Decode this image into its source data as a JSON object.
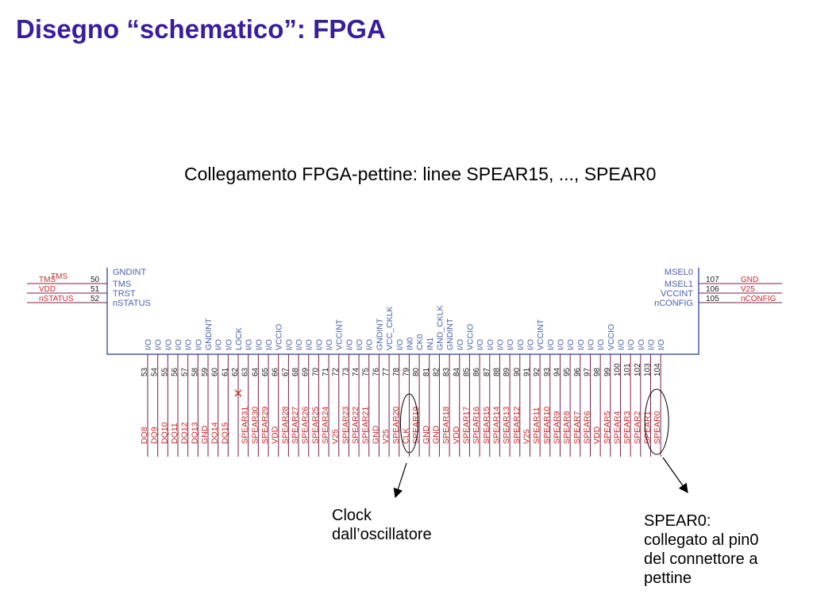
{
  "title": "Disegno “schematico”: FPGA",
  "subtitle": "Collegamento FPGA-pettine: linee SPEAR15, ..., SPEAR0",
  "notes": {
    "clock": [
      "Clock",
      "dall’oscillatore"
    ],
    "spear0": [
      "SPEAR0:",
      "collegato al pin0",
      "del connettore a",
      "pettine"
    ]
  },
  "colors": {
    "title": "#3a1d9e",
    "box": "#4a5fb0",
    "signal": "#cc2a2a",
    "pin_number": "#222222",
    "wire": "#7a1f4a"
  },
  "left_side": {
    "top_cut_internal": "GNDINT",
    "pins": [
      {
        "num": "50",
        "internal": "TMS",
        "signal": "TMS"
      },
      {
        "num": "51",
        "internal": "TRST",
        "signal": "VDD"
      },
      {
        "num": "52",
        "internal": "nSTATUS",
        "signal": "nSTATUS"
      }
    ]
  },
  "right_side": {
    "top_cut_internal": "MSEL0",
    "pins": [
      {
        "num": "107",
        "internal": "MSEL1",
        "signal": "GND"
      },
      {
        "num": "106",
        "internal": "VCCINT",
        "signal": "V25"
      },
      {
        "num": "105",
        "internal": "nCONFIG",
        "signal": "nCONFIG"
      }
    ]
  },
  "bottom_pins": [
    {
      "num": "53",
      "internal": "I/O",
      "signal": "DQ8"
    },
    {
      "num": "54",
      "internal": "I/O",
      "signal": "DQ9"
    },
    {
      "num": "55",
      "internal": "I/O",
      "signal": "DQ10"
    },
    {
      "num": "56",
      "internal": "I/O",
      "signal": "DQ11"
    },
    {
      "num": "57",
      "internal": "I/O",
      "signal": "DQ12"
    },
    {
      "num": "58",
      "internal": "I/O",
      "signal": "DQ13"
    },
    {
      "num": "59",
      "internal": "GNDINT",
      "signal": "GND"
    },
    {
      "num": "60",
      "internal": "I/O",
      "signal": "DQ14"
    },
    {
      "num": "61",
      "internal": "I/O",
      "signal": "DQ15"
    },
    {
      "num": "62",
      "internal": "LOCK",
      "signal": ""
    },
    {
      "num": "63",
      "internal": "I/O",
      "signal": "SPEAR31"
    },
    {
      "num": "64",
      "internal": "I/O",
      "signal": "SPEAR30"
    },
    {
      "num": "65",
      "internal": "I/O",
      "signal": "SPEAR29"
    },
    {
      "num": "66",
      "internal": "VCCIO",
      "signal": "VDD"
    },
    {
      "num": "67",
      "internal": "I/O",
      "signal": "SPEAR28"
    },
    {
      "num": "68",
      "internal": "I/O",
      "signal": "SPEAR27"
    },
    {
      "num": "69",
      "internal": "I/O",
      "signal": "SPEAR26"
    },
    {
      "num": "70",
      "internal": "I/O",
      "signal": "SPEAR25"
    },
    {
      "num": "71",
      "internal": "I/O",
      "signal": "SPEAR24"
    },
    {
      "num": "72",
      "internal": "VCCINT",
      "signal": "V25"
    },
    {
      "num": "73",
      "internal": "I/O",
      "signal": "SPEAR23"
    },
    {
      "num": "74",
      "internal": "I/O",
      "signal": "SPEAR22"
    },
    {
      "num": "75",
      "internal": "I/O",
      "signal": "SPEAR21"
    },
    {
      "num": "76",
      "internal": "GNDINT",
      "signal": "GND"
    },
    {
      "num": "77",
      "internal": "VCC_CKLK",
      "signal": "V25"
    },
    {
      "num": "78",
      "internal": "I/O",
      "signal": "SPEAR20"
    },
    {
      "num": "79",
      "internal": "IN0",
      "signal": "CLK"
    },
    {
      "num": "80",
      "internal": "CK0",
      "signal": "SPEAR19"
    },
    {
      "num": "81",
      "internal": "IN1",
      "signal": "GND"
    },
    {
      "num": "82",
      "internal": "GND_CKLK",
      "signal": "GND"
    },
    {
      "num": "83",
      "internal": "GNDINT",
      "signal": "SPEAR18"
    },
    {
      "num": "84",
      "internal": "I/O",
      "signal": "VDD"
    },
    {
      "num": "85",
      "internal": "VCCIO",
      "signal": "SPEAR17"
    },
    {
      "num": "86",
      "internal": "I/O",
      "signal": "SPEAR16"
    },
    {
      "num": "87",
      "internal": "I/O",
      "signal": "SPEAR15"
    },
    {
      "num": "88",
      "internal": "I/O",
      "signal": "SPEAR14"
    },
    {
      "num": "89",
      "internal": "I/O",
      "signal": "SPEAR13"
    },
    {
      "num": "90",
      "internal": "I/O",
      "signal": "SPEAR12"
    },
    {
      "num": "91",
      "internal": "I/O",
      "signal": "V25"
    },
    {
      "num": "92",
      "internal": "VCCINT",
      "signal": "SPEAR11"
    },
    {
      "num": "93",
      "internal": "I/O",
      "signal": "SPEAR10"
    },
    {
      "num": "94",
      "internal": "I/O",
      "signal": "SPEAR9"
    },
    {
      "num": "95",
      "internal": "I/O",
      "signal": "SPEAR8"
    },
    {
      "num": "96",
      "internal": "I/O",
      "signal": "SPEAR7"
    },
    {
      "num": "97",
      "internal": "I/O",
      "signal": "SPEAR6"
    },
    {
      "num": "98",
      "internal": "I/O",
      "signal": "VDD"
    },
    {
      "num": "99",
      "internal": "VCCIO",
      "signal": "SPEAR5"
    },
    {
      "num": "100",
      "internal": "I/O",
      "signal": "SPEAR4"
    },
    {
      "num": "101",
      "internal": "I/O",
      "signal": "SPEAR3"
    },
    {
      "num": "102",
      "internal": "I/O",
      "signal": "SPEAR2"
    },
    {
      "num": "103",
      "internal": "I/O",
      "signal": "SPEAR1"
    },
    {
      "num": "104",
      "internal": "I/O",
      "signal": "SPEAR0"
    }
  ]
}
